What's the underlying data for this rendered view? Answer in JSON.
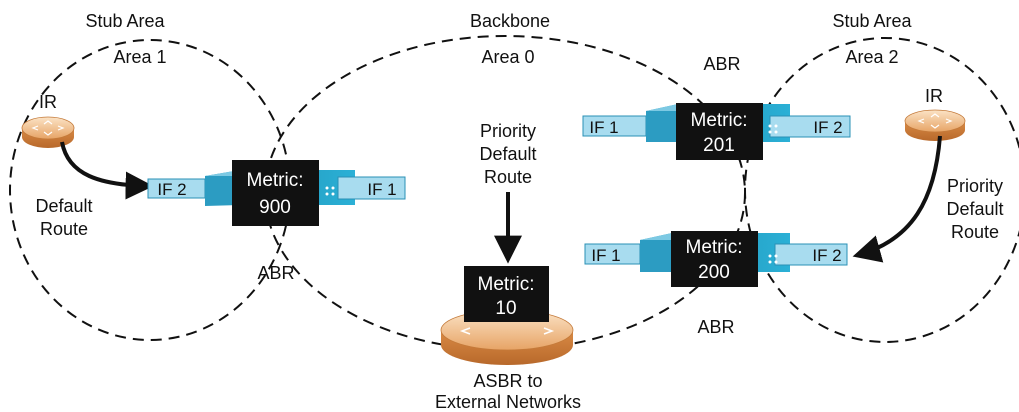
{
  "areas": {
    "area1": {
      "type": "Stub Area",
      "name": "Area 1"
    },
    "area0": {
      "type": "Backbone",
      "name": "Area 0"
    },
    "area2": {
      "type": "Stub Area",
      "name": "Area 2"
    }
  },
  "routers": {
    "ir_left": {
      "label": "IR"
    },
    "ir_right": {
      "label": "IR"
    },
    "abr_left": {
      "metric_label": "Metric:",
      "metric_value": "900",
      "if_left": "IF 2",
      "if_right": "IF 1",
      "role": "ABR"
    },
    "abr_top_right": {
      "metric_label": "Metric:",
      "metric_value": "201",
      "if_left": "IF 1",
      "if_right": "IF 2",
      "role": "ABR"
    },
    "abr_bottom_right": {
      "metric_label": "Metric:",
      "metric_value": "200",
      "if_left": "IF 1",
      "if_right": "IF 2",
      "role": "ABR"
    },
    "asbr": {
      "metric_label": "Metric:",
      "metric_value": "10",
      "caption_line1": "ASBR to",
      "caption_line2": "External Networks"
    }
  },
  "routes": {
    "left": {
      "line1": "Default",
      "line2": "Route"
    },
    "center": {
      "line1": "Priority",
      "line2": "Default",
      "line3": "Route"
    },
    "right": {
      "line1": "Priority",
      "line2": "Default",
      "line3": "Route"
    }
  },
  "colors": {
    "router_orange": "#e8a86a",
    "switch_blue": "#2aa6c8",
    "if_tab_fill": "#a8dcef",
    "metric_box": "#111111"
  }
}
